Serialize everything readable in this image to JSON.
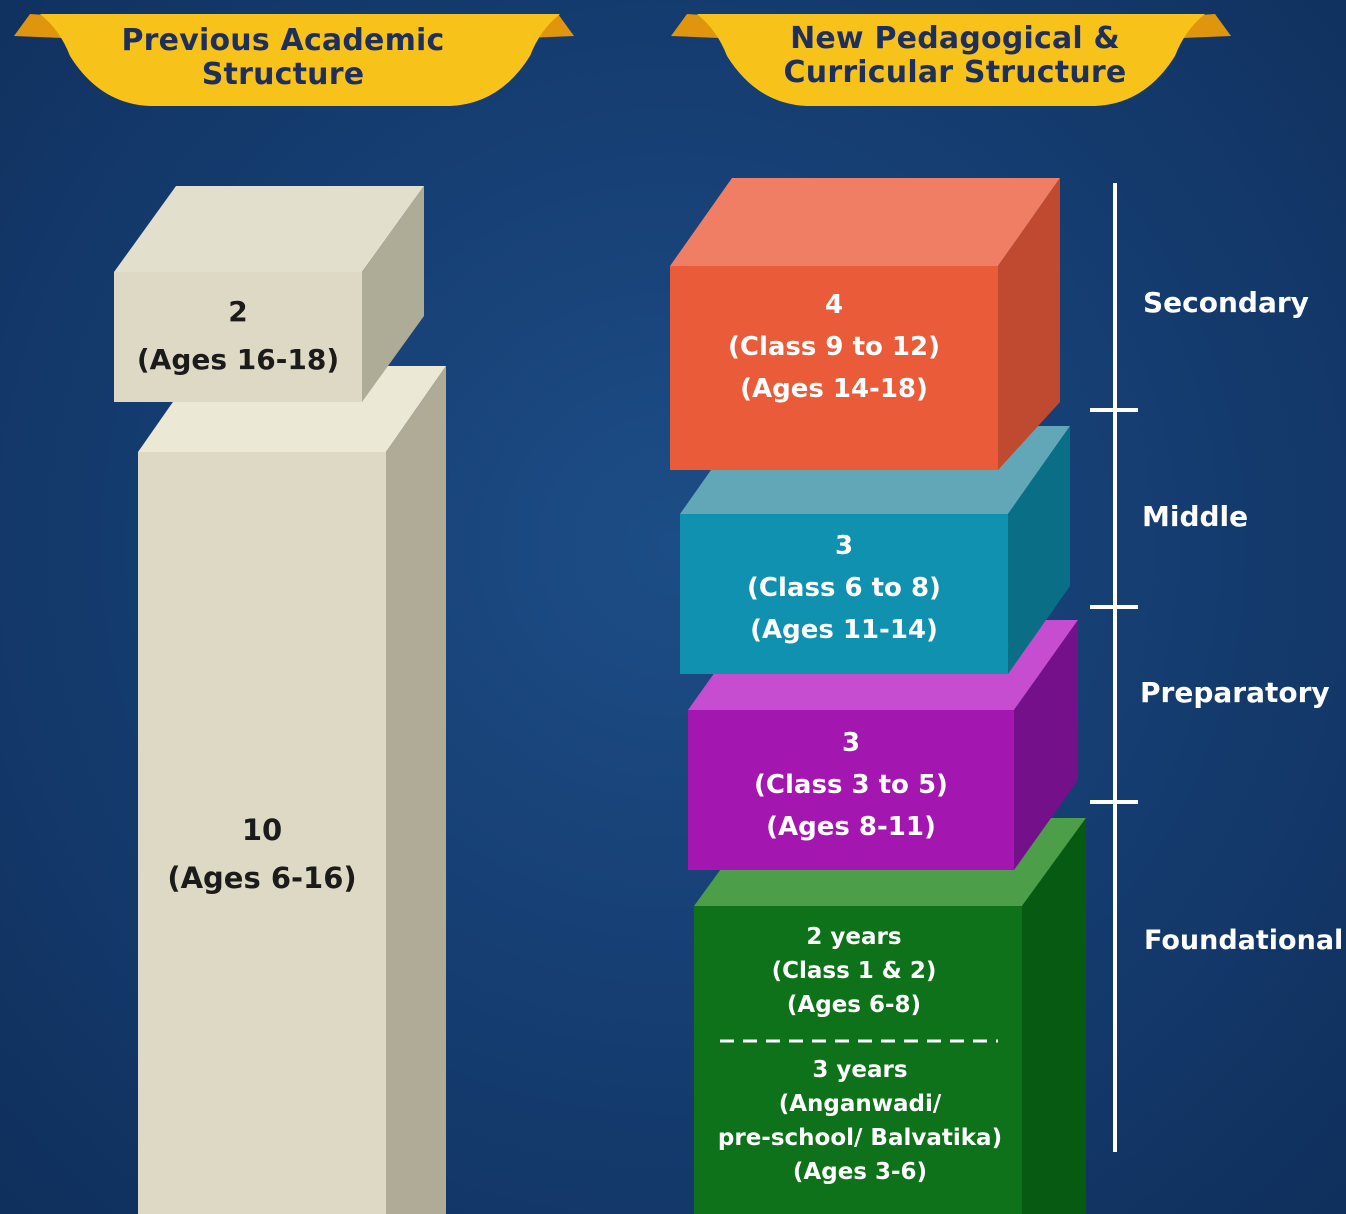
{
  "banners": {
    "previous": {
      "line1": "Previous Academic",
      "line2": "Structure"
    },
    "new": {
      "line1": "New Pedagogical &",
      "line2": "Curricular Structure"
    }
  },
  "previous_blocks": {
    "top": {
      "value": "2",
      "ages": "(Ages 16-18)"
    },
    "bottom": {
      "value": "10",
      "ages": "(Ages 6-16)"
    }
  },
  "new_blocks": {
    "secondary": {
      "value": "4",
      "classes": "(Class 9 to 12)",
      "ages": "(Ages 14-18)"
    },
    "middle": {
      "value": "3",
      "classes": "(Class 6 to 8)",
      "ages": "(Ages 11-14)"
    },
    "preparatory": {
      "value": "3",
      "classes": "(Class 3 to 5)",
      "ages": "(Ages 8-11)"
    },
    "foundational": {
      "upper": {
        "value": "2 years",
        "classes": "(Class 1 & 2)",
        "ages": "(Ages 6-8)"
      },
      "lower": {
        "value": "3 years",
        "line2": "(Anganwadi/",
        "line3": "pre-school/ Balvatika)",
        "ages": "(Ages 3-6)"
      }
    }
  },
  "stages": [
    "Secondary",
    "Middle",
    "Preparatory",
    "Foundational"
  ],
  "colors": {
    "banner": "#f7c21a",
    "banner_dark": "#e0950e",
    "beige_front": "#ddd9c4",
    "secondary": "#ea5b3a",
    "middle": "#1191b0",
    "preparatory": "#a416b0",
    "foundational": "#0d7219"
  }
}
